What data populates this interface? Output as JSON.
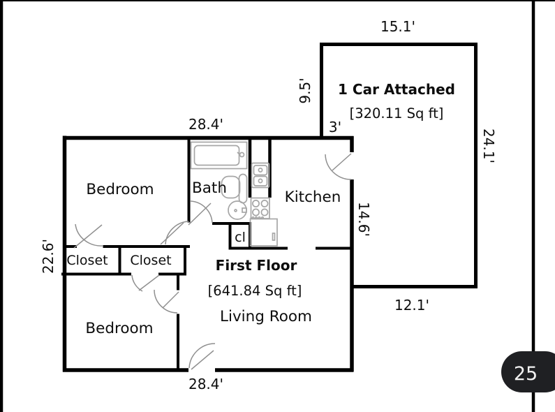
{
  "page": {
    "badge": "25"
  },
  "plan": {
    "garage": {
      "title": "1 Car Attached",
      "area": "[320.11 Sq ft]"
    },
    "floor": {
      "title": "First Floor",
      "area": "[641.84 Sq ft]"
    },
    "rooms": {
      "bedroom_top": "Bedroom",
      "bath": "Bath",
      "kitchen": "Kitchen",
      "closet_small": "cl",
      "closet_left": "Closet",
      "closet_right": "Closet",
      "living_room": "Living Room",
      "bedroom_bottom": "Bedroom"
    },
    "dimensions": {
      "garage_top": "15.1'",
      "garage_left": "9.5'",
      "garage_entry": "3'",
      "garage_right": "24.1'",
      "garage_bottom": "12.1'",
      "house_top": "28.4'",
      "house_left": "22.6'",
      "kitchen_right": "14.6'",
      "house_bottom": "28.4'"
    },
    "colors": {
      "wall": "#000000",
      "fixture_outline": "#a6a6a6",
      "door_arc": "#8f8f8f",
      "badge_background": "#1f2023",
      "badge_text": "#f2f2f2"
    }
  }
}
